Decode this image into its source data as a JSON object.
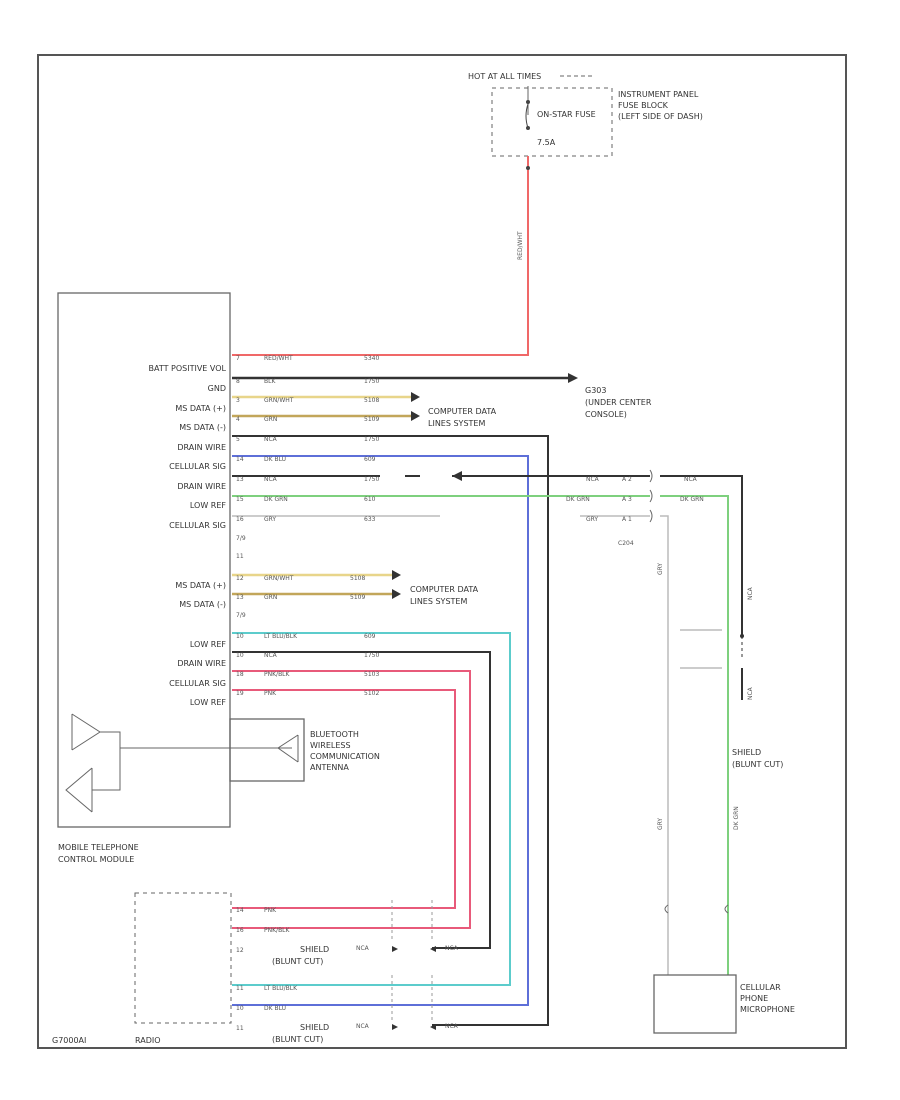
{
  "fuse_block": {
    "hot_label": "HOT AT ALL TIMES",
    "fuse_name": "ON-STAR FUSE",
    "fuse_rating": "7.5A",
    "title_lines": [
      "INSTRUMENT PANEL",
      "FUSE BLOCK",
      "(LEFT SIDE OF DASH)"
    ]
  },
  "module": {
    "title_lines": [
      "MOBILE TELEPHONE",
      "CONTROL MODULE"
    ],
    "upper_labels": [
      "BATT POSITIVE VOL",
      "GND",
      "MS DATA (+)",
      "MS DATA (-)",
      "DRAIN WIRE",
      "CELLULAR SIG",
      "DRAIN WIRE",
      "LOW REF",
      "CELLULAR SIG"
    ],
    "mid_labels": [
      "MS DATA (+)",
      "MS DATA (-)"
    ],
    "lower_labels": [
      "LOW REF",
      "DRAIN WIRE",
      "CELLULAR SIG",
      "LOW REF"
    ]
  },
  "antenna": {
    "lines": [
      "BLUETOOTH",
      "WIRELESS",
      "COMMUNICATION",
      "ANTENNA"
    ]
  },
  "wires": {
    "batt": {
      "pin": "7",
      "color": "RED/WHT",
      "circuit": "5340"
    },
    "gnd": {
      "pin": "8",
      "color": "BLK",
      "circuit": "1750"
    },
    "msp1": {
      "pin": "3",
      "color": "GRN/WHT",
      "circuit": "5108"
    },
    "msn1": {
      "pin": "4",
      "color": "GRN",
      "circuit": "5109"
    },
    "drain1": {
      "pin": "5",
      "color": "NCA",
      "circuit": "1750"
    },
    "cell1": {
      "pin": "14",
      "color": "DK BLU",
      "circuit": "609"
    },
    "drain2": {
      "pin": "13",
      "color": "NCA",
      "circuit": "1750"
    },
    "lowref1": {
      "pin": "15",
      "color": "DK GRN",
      "circuit": "610"
    },
    "cell2": {
      "pin": "16",
      "color": "GRY",
      "circuit": "633"
    },
    "extra1": {
      "pin": "7/9"
    },
    "extra2": {
      "pin": "11"
    },
    "msp2": {
      "pin": "12",
      "color": "GRN/WHT",
      "circuit": "5108"
    },
    "msn2": {
      "pin": "13",
      "color": "GRN",
      "circuit": "5109"
    },
    "extra3": {
      "pin": "7/9"
    },
    "lowref2": {
      "pin": "10",
      "color": "LT BLU/BLK",
      "circuit": "609"
    },
    "drain3": {
      "pin": "10",
      "color": "NCA",
      "circuit": "1750"
    },
    "cell3": {
      "pin": "18",
      "color": "PNK/BLK",
      "circuit": "5103"
    },
    "lowref3": {
      "pin": "19",
      "color": "PNK",
      "circuit": "5102"
    },
    "fuse_feed": {
      "color": "RED/WHT"
    }
  },
  "ground_ref": {
    "lines": [
      "G303",
      "(UNDER CENTER",
      "CONSOLE)"
    ]
  },
  "computer_data": {
    "lines": [
      "COMPUTER DATA",
      "LINES SYSTEM"
    ]
  },
  "computer_data2": {
    "lines": [
      "COMPUTER DATA",
      "LINES SYSTEM"
    ]
  },
  "splice_labels": {
    "a": "NCA",
    "b": "A 2",
    "c": "NCA",
    "d": "DK GRN",
    "e": "A 3",
    "f": "DK GRN",
    "g": "GRY",
    "h": "A 1",
    "i": "NCA",
    "conn": "C204"
  },
  "mic_side": {
    "shield_lines": [
      "SHIELD",
      "(BLUNT CUT)"
    ],
    "wire_gray": "GRY",
    "wire_dkgrn": "DK GRN",
    "wire_nca": "NCA"
  },
  "microphone": {
    "lines": [
      "CELLULAR",
      "PHONE",
      "MICROPHONE"
    ]
  },
  "radio": {
    "label": "RADIO",
    "pins": [
      {
        "pin": "14",
        "color": "PNK",
        "circuit": ""
      },
      {
        "pin": "16",
        "color": "PNK/BLK",
        "circuit": ""
      },
      {
        "pin": "12",
        "color": "",
        "circuit": ""
      },
      {
        "pin": "11",
        "color": "LT BLU/BLK",
        "circuit": ""
      },
      {
        "pin": "10",
        "color": "DK BLU",
        "circuit": ""
      },
      {
        "pin": "11",
        "color": "",
        "circuit": ""
      }
    ],
    "shield_lines": [
      "SHIELD",
      "(BLUNT CUT)"
    ],
    "shield_lines2": [
      "SHIELD",
      "(BLUNT CUT)"
    ],
    "nca": "NCA"
  },
  "footer": {
    "code": "G7000AI"
  },
  "colors": {
    "red": "#f06868",
    "black": "#333333",
    "green_wht": "#e8d58a",
    "green": "#c2a65a",
    "dk_blu": "#5e6fd8",
    "dk_grn": "#7ed07e",
    "gry": "#bbbbbb",
    "lt_blu": "#5ccccc",
    "pnk": "#e85a7a"
  }
}
